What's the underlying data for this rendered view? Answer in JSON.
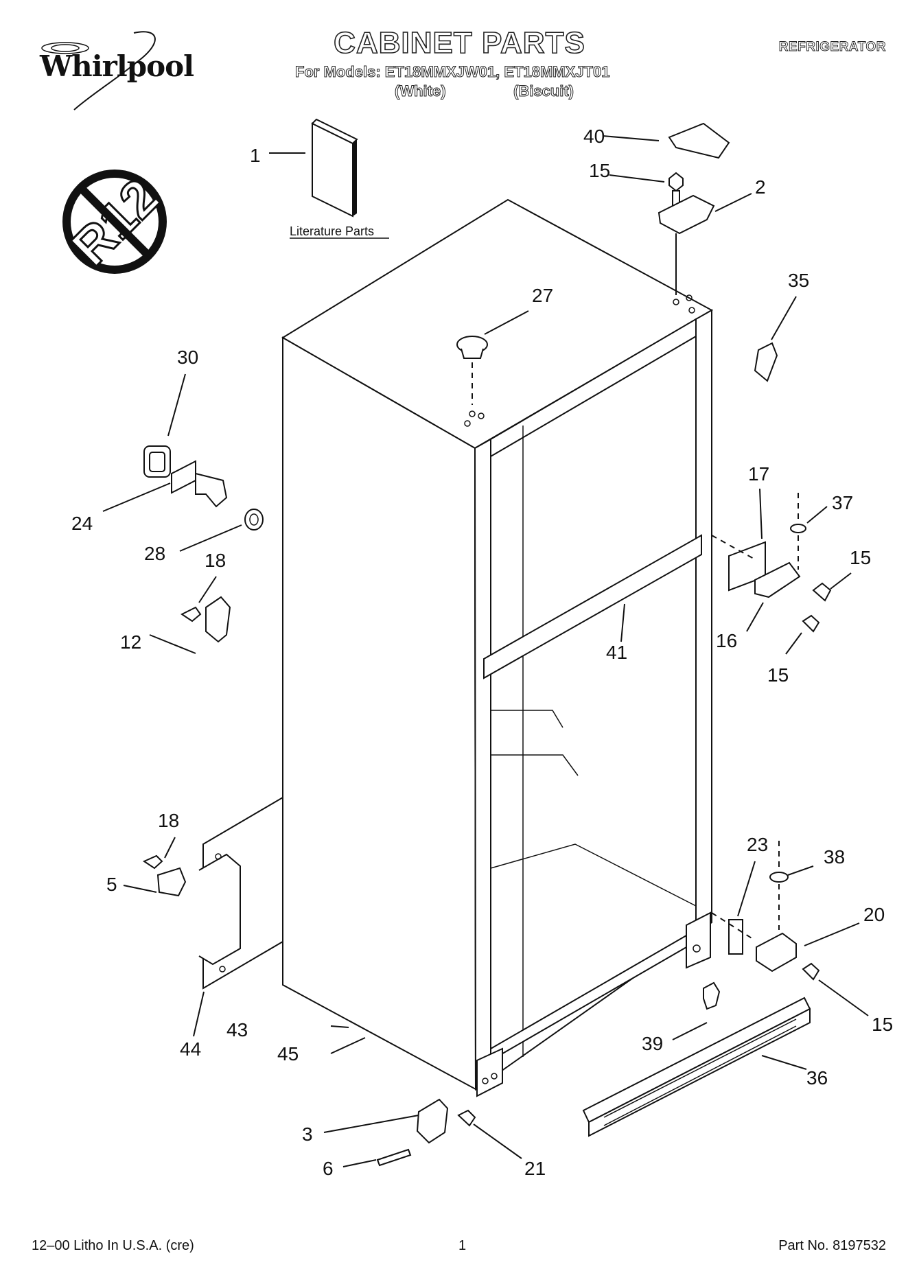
{
  "header": {
    "brand": "Whirlpool",
    "title": "CABINET PARTS",
    "models_line": "For Models: ET18MMXJW01, ET18MMXJT01",
    "color_1": "(White)",
    "color_2": "(Biscuit)",
    "appliance_type": "REFRIGERATOR"
  },
  "badge": {
    "text": "R12"
  },
  "literature_label": "Literature Parts",
  "callouts": {
    "c1": "1",
    "c2": "2",
    "c3": "3",
    "c5": "5",
    "c6": "6",
    "c12": "12",
    "c15a": "15",
    "c15b": "15",
    "c15c": "15",
    "c15d": "15",
    "c16": "16",
    "c17": "17",
    "c18a": "18",
    "c18b": "18",
    "c20": "20",
    "c21": "21",
    "c23": "23",
    "c24": "24",
    "c27": "27",
    "c28": "28",
    "c30": "30",
    "c35": "35",
    "c36": "36",
    "c37": "37",
    "c38": "38",
    "c39": "39",
    "c40": "40",
    "c41": "41",
    "c43": "43",
    "c44": "44",
    "c45": "45"
  },
  "footer": {
    "left": "12–00 Litho In U.S.A. (cre)",
    "center": "1",
    "right": "Part No. 8197532"
  }
}
